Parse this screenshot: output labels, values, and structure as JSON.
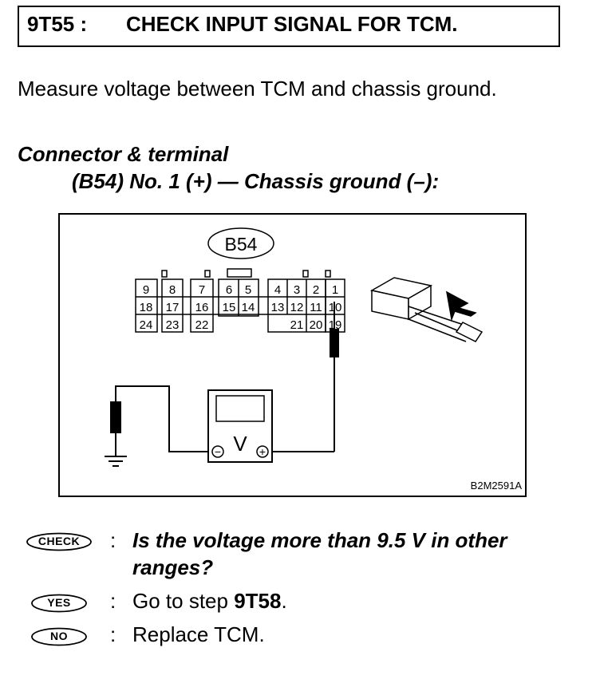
{
  "header": {
    "code": "9T55 :",
    "title": "CHECK INPUT SIGNAL FOR TCM."
  },
  "intro": "Measure voltage between TCM and chassis ground.",
  "connector": {
    "heading": "Connector & terminal",
    "terminals": "(B54) No. 1 (+) — Chassis ground (–):"
  },
  "figure": {
    "connector_label": "B54",
    "pins_row1": [
      "9",
      "8",
      "7",
      "6",
      "5",
      "4",
      "3",
      "2",
      "1"
    ],
    "pins_row2": [
      "18",
      "17",
      "16",
      "15",
      "14",
      "13",
      "12",
      "11",
      "10"
    ],
    "pins_row3": [
      "24",
      "23",
      "22",
      "21",
      "20",
      "19"
    ],
    "meter_symbol": "V",
    "minus": "−",
    "plus": "+",
    "code": "B2M2591A"
  },
  "check": {
    "badge": "CHECK",
    "colon": ":",
    "question": "Is the voltage more than 9.5 V in other ranges?"
  },
  "yes": {
    "badge": "YES",
    "colon": ":",
    "prefix": "Go to step ",
    "step": "9T58",
    "suffix": "."
  },
  "no": {
    "badge": "NO",
    "colon": ":",
    "text": "Replace TCM."
  }
}
